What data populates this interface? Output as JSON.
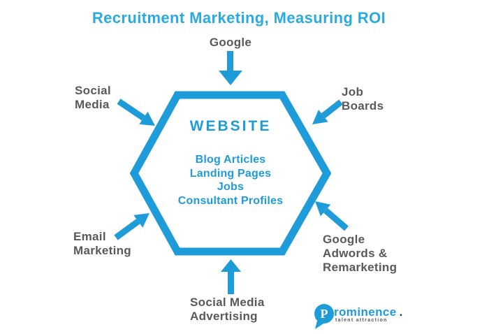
{
  "title": "Recruitment Marketing, Measuring ROI",
  "colors": {
    "shape_blue": "#1E9CD9",
    "title_blue": "#29ABE2",
    "label_gray": "#58595B",
    "logo_navy": "#1E3A56",
    "background": "#FFFFFF"
  },
  "hexagon": {
    "heading": "WEBSITE",
    "items": [
      "Blog Articles",
      "Landing Pages",
      "Jobs",
      "Consultant Profiles"
    ]
  },
  "channels": {
    "google": {
      "lines": [
        "Google"
      ]
    },
    "social_media": {
      "lines": [
        "Social",
        "Media"
      ]
    },
    "job_boards": {
      "lines": [
        "Job",
        "Boards"
      ]
    },
    "email_marketing": {
      "lines": [
        "Email",
        "Marketing"
      ]
    },
    "google_adwords": {
      "lines": [
        "Google",
        "Adwords &",
        "Remarketing"
      ]
    },
    "social_media_advertising": {
      "lines": [
        "Social Media",
        "Advertising"
      ]
    }
  },
  "logo": {
    "initial": "P",
    "name": "rominence",
    "period": ".",
    "tagline": "talent attraction"
  }
}
